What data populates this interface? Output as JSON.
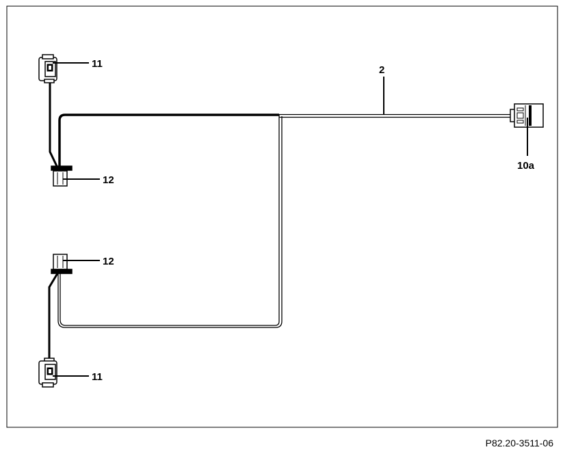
{
  "diagram": {
    "callouts": {
      "harness": "2",
      "control_unit": "10a",
      "sensor_top": "11",
      "sensor_bottom": "11",
      "connector_top": "12",
      "connector_bottom": "12"
    },
    "figure_id": "P82.20-3511-06"
  },
  "colors": {
    "line": "#000000",
    "background": "#ffffff"
  }
}
